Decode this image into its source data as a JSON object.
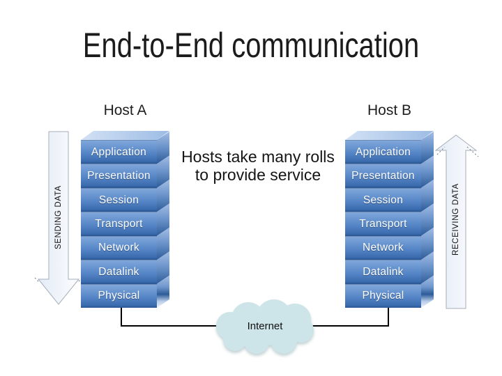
{
  "slide": {
    "title": "End-to-End communication"
  },
  "hosts": {
    "a": {
      "label": "Host A"
    },
    "b": {
      "label": "Host B"
    }
  },
  "osi_layers": [
    "Application",
    "Presentation",
    "Session",
    "Transport",
    "Network",
    "Datalink",
    "Physical"
  ],
  "arrows": {
    "sending": {
      "label": "SENDING DATA"
    },
    "receiving": {
      "label": "RECEIVING DATA"
    }
  },
  "note": {
    "line1": "Hosts take many rolls",
    "line2": "to provide service"
  },
  "cloud": {
    "label": "Internet"
  },
  "colors": {
    "layer_front_top": "#7fa7db",
    "layer_front_mid": "#5585c6",
    "layer_front_bottom": "#3a6bae",
    "layer_side_top": "#a2bde4",
    "layer_side_bottom": "#2d5c99",
    "stack_top_left": "#d2e1f4",
    "stack_top_right": "#9dbce5",
    "cloud_fill": "#cde4e8",
    "connector": "#000000",
    "layer_text": "#ffffff"
  }
}
